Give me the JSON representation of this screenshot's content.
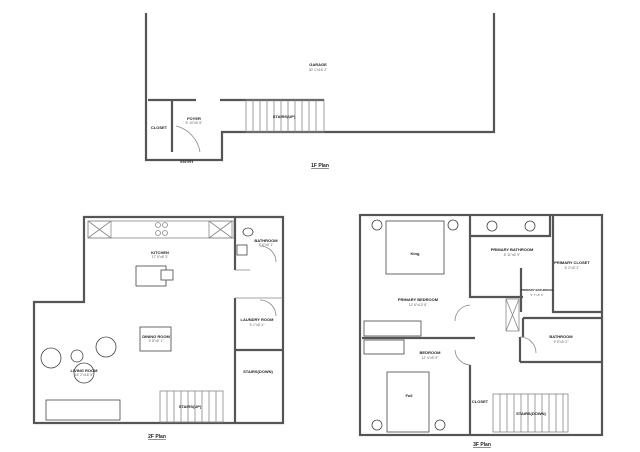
{
  "floors": [
    {
      "title": "1F Plan",
      "rooms": [
        {
          "name": "GARAGE",
          "size": "30' 1\"x16' 2\""
        },
        {
          "name": "FOYER",
          "size": "5' 10\"x5' 5\""
        },
        {
          "name": "CLOSET"
        },
        {
          "name": "STAIRS(UP)"
        },
        {
          "name": "ENTRY"
        }
      ]
    },
    {
      "title": "2F Plan",
      "rooms": [
        {
          "name": "KITCHEN",
          "size": "17' 5\"x8' 3\""
        },
        {
          "name": "BATHROOM",
          "size": "5' 5\"x5' 1\""
        },
        {
          "name": "LAUNDRY ROOM",
          "size": "5' 1\"x8' 4\""
        },
        {
          "name": "DINING ROOM",
          "size": "5' 8\"x5' 1\""
        },
        {
          "name": "LIVING ROOM",
          "size": "16' 2\"x16' 5\""
        },
        {
          "name": "STAIRS(DOWN)"
        },
        {
          "name": "STAIRS(UP)"
        }
      ]
    },
    {
      "title": "3F Plan",
      "rooms": [
        {
          "name": "King"
        },
        {
          "name": "PRIMARY BATHROOM",
          "size": "8' 11\"x6' 9\""
        },
        {
          "name": "PRIMARY CLOSET",
          "size": "6' 2\"x5' 2\""
        },
        {
          "name": "PRIMARY BATHROOM",
          "size": "5' 7\"x5' 4\""
        },
        {
          "name": "PRIMARY BEDROOM",
          "size": "12' 6\"x13' 8\""
        },
        {
          "name": "BATHROOM",
          "size": "9' 5\"x5' 2\""
        },
        {
          "name": "BEDROOM",
          "size": "12' 4\"x9' 9\""
        },
        {
          "name": "Full"
        },
        {
          "name": "CLOSET"
        },
        {
          "name": "STAIRS(DOWN)"
        }
      ]
    }
  ]
}
